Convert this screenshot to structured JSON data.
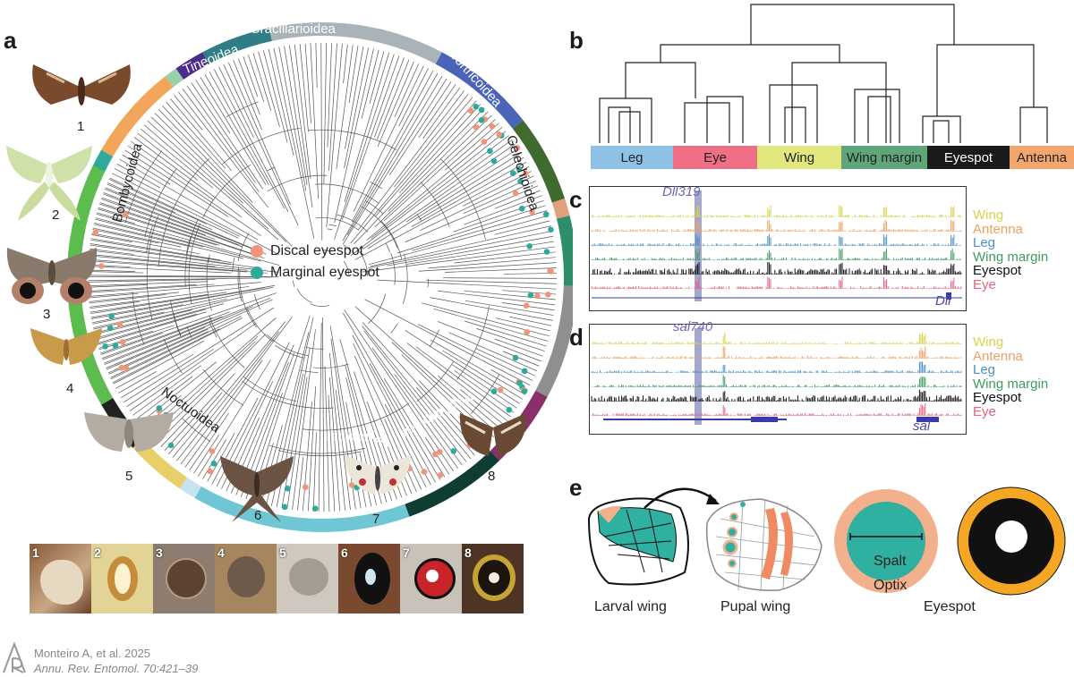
{
  "panel_labels": {
    "a": "a",
    "b": "b",
    "c": "c",
    "d": "d",
    "e": "e"
  },
  "panel_a": {
    "superfamilies": {
      "tineoidea": "Tineoidea",
      "gracillarioidea": "Gracillarioidea",
      "tortricoidea": "Tortricoidea",
      "gelechioidea": "Gelechioidea",
      "bombycoidea": "Bombycoidea",
      "noctuoidea": "Noctuoidea",
      "pyraloidea": "Pyraloidea",
      "papilionoidea": "Papilionoidea"
    },
    "legend": {
      "discal": "Discal eyespot",
      "marginal": "Marginal eyespot",
      "discal_color": "#f0957b",
      "marginal_color": "#2fa99a"
    },
    "moth_numbers": [
      "1",
      "2",
      "3",
      "4",
      "5",
      "6",
      "7",
      "8"
    ],
    "crop_numbers": [
      "1",
      "2",
      "3",
      "4",
      "5",
      "6",
      "7",
      "8"
    ]
  },
  "panel_b": {
    "groups": [
      {
        "label": "Leg",
        "color": "#8ec1e6"
      },
      {
        "label": "Eye",
        "color": "#ee6f86"
      },
      {
        "label": "Wing",
        "color": "#e1e67f"
      },
      {
        "label": "Wing margin",
        "color": "#5ea679"
      },
      {
        "label": "Eyespot",
        "color": "#1a1a1a"
      },
      {
        "label": "Antenna",
        "color": "#f3a56e"
      }
    ]
  },
  "panel_c": {
    "element": "Dll319",
    "gene": "Dll",
    "tracks": [
      {
        "label": "Wing",
        "color": "#d6d44a"
      },
      {
        "label": "Antenna",
        "color": "#f0a060"
      },
      {
        "label": "Leg",
        "color": "#4a90c8"
      },
      {
        "label": "Wing margin",
        "color": "#3f9a63"
      },
      {
        "label": "Eyespot",
        "color": "#111111"
      },
      {
        "label": "Eye",
        "color": "#e8607c"
      }
    ]
  },
  "panel_d": {
    "element": "sal740",
    "gene": "sal",
    "tracks": [
      {
        "label": "Wing",
        "color": "#d6d44a"
      },
      {
        "label": "Antenna",
        "color": "#f0a060"
      },
      {
        "label": "Leg",
        "color": "#4a90c8"
      },
      {
        "label": "Wing margin",
        "color": "#3f9a63"
      },
      {
        "label": "Eyespot",
        "color": "#111111"
      },
      {
        "label": "Eye",
        "color": "#e8607c"
      }
    ]
  },
  "panel_e": {
    "larval_wing": "Larval wing",
    "pupal_wing": "Pupal wing",
    "eyespot": "Eyespot",
    "spalt": "Spalt",
    "optix": "Optix"
  },
  "footer": {
    "citation": "Monteiro A, et al. 2025",
    "journal": "Annu. Rev. Entomol. 70:421–39"
  }
}
